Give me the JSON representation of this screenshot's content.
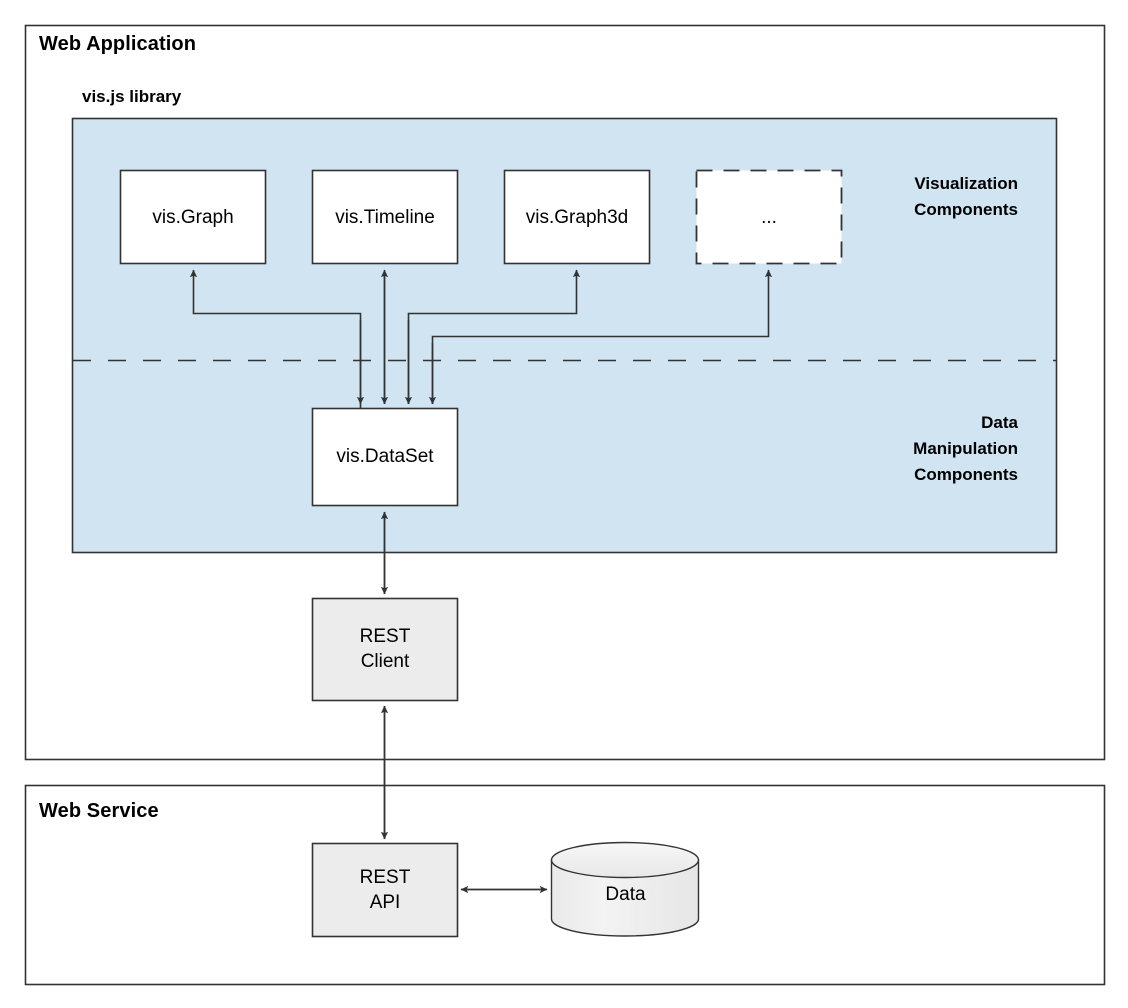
{
  "diagram": {
    "type": "architecture-block-diagram",
    "colors": {
      "library_panel_fill": "#d0e4f2",
      "component_box_fill": "#ffffff",
      "service_box_fill": "#ececec",
      "cylinder_fill": "#efefef",
      "stroke": "#333333",
      "text": "#000000",
      "background": "#ffffff"
    },
    "containers": [
      {
        "id": "web-application",
        "title": "Web Application"
      },
      {
        "id": "web-service",
        "title": "Web Service"
      }
    ],
    "library_panel": {
      "title": "vis.js library",
      "zone_labels": [
        {
          "id": "visualization",
          "lines": [
            "Visualization",
            "Components"
          ]
        },
        {
          "id": "data-manipulation",
          "lines": [
            "Data",
            "Manipulation",
            "Components"
          ]
        }
      ],
      "divider": "dashed"
    },
    "visualization_components": [
      {
        "id": "vis-graph",
        "label": "vis.Graph",
        "border": "solid"
      },
      {
        "id": "vis-timeline",
        "label": "vis.Timeline",
        "border": "solid"
      },
      {
        "id": "vis-graph3d",
        "label": "vis.Graph3d",
        "border": "solid"
      },
      {
        "id": "more",
        "label": "...",
        "border": "dashed"
      }
    ],
    "data_components": [
      {
        "id": "vis-dataset",
        "label": "vis.DataSet"
      }
    ],
    "client_nodes": [
      {
        "id": "rest-client",
        "lines": [
          "REST",
          "Client"
        ],
        "label": "REST\nClient"
      }
    ],
    "service_nodes": [
      {
        "id": "rest-api",
        "lines": [
          "REST",
          "API"
        ],
        "label": "REST\nAPI"
      },
      {
        "id": "data-store",
        "label": "Data",
        "shape": "cylinder"
      }
    ],
    "connections": [
      {
        "from": "vis-dataset",
        "to": "vis-graph",
        "direction": "up",
        "style": "elbow"
      },
      {
        "from": "vis-dataset",
        "to": "vis-timeline",
        "direction": "up",
        "style": "straight"
      },
      {
        "from": "vis-dataset",
        "to": "vis-graph3d",
        "direction": "up",
        "style": "elbow"
      },
      {
        "from": "vis-dataset",
        "to": "more",
        "direction": "up",
        "style": "elbow"
      },
      {
        "from": "vis-dataset",
        "to": "rest-client",
        "direction": "both",
        "style": "straight"
      },
      {
        "from": "rest-client",
        "to": "rest-api",
        "direction": "both",
        "style": "straight"
      },
      {
        "from": "rest-api",
        "to": "data-store",
        "direction": "both",
        "style": "straight"
      }
    ]
  }
}
